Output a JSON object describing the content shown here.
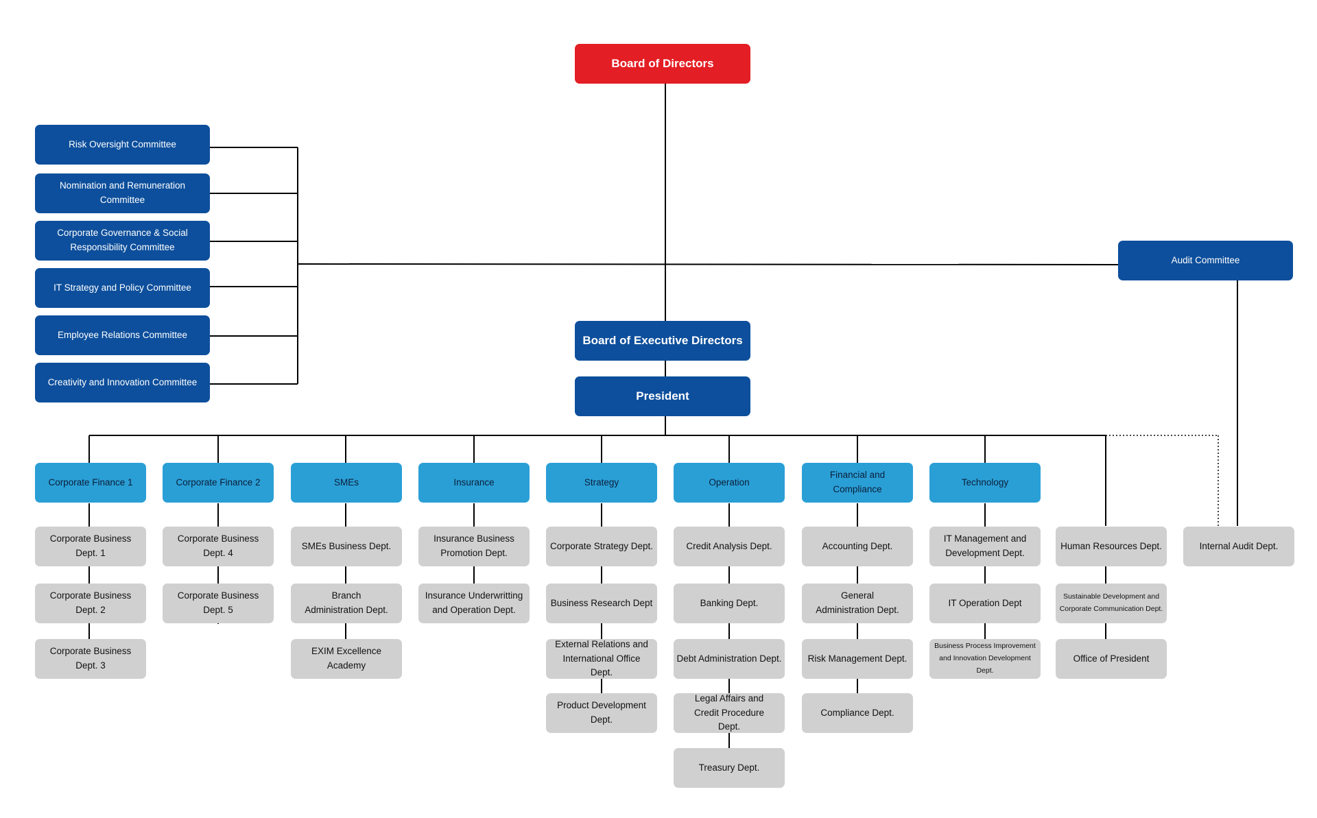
{
  "board": {
    "label": "Board of Directors",
    "color": "#e31e24"
  },
  "committees": [
    "Risk Oversight Committee",
    "Nomination and Remuneration Committee",
    "Corporate Governance & Social Responsibility Committee",
    "IT Strategy and Policy Committee",
    "Employee Relations Committee",
    "Creativity and Innovation Committee"
  ],
  "audit_committee": "Audit Committee",
  "executive_board": "Board of Executive Directors",
  "president": "President",
  "divisions": [
    {
      "name": "Corporate Finance 1",
      "departments": [
        "Corporate Business Dept. 1",
        "Corporate Business Dept. 2",
        "Corporate Business Dept. 3"
      ]
    },
    {
      "name": "Corporate Finance 2",
      "departments": [
        "Corporate Business Dept. 4",
        "Corporate Business Dept. 5"
      ]
    },
    {
      "name": "SMEs",
      "departments": [
        "SMEs Business Dept.",
        "Branch Administration Dept.",
        "EXIM Excellence Academy"
      ]
    },
    {
      "name": "Insurance",
      "departments": [
        "Insurance Business Promotion Dept.",
        "Insurance Underwritting and Operation Dept."
      ]
    },
    {
      "name": "Strategy",
      "departments": [
        "Corporate Strategy Dept.",
        "Business Research Dept",
        "External Relations and International Office Dept.",
        "Product Development Dept."
      ]
    },
    {
      "name": "Operation",
      "departments": [
        "Credit Analysis Dept.",
        "Banking Dept.",
        "Debt Administration Dept.",
        "Legal Affairs and Credit Procedure Dept.",
        "Treasury Dept."
      ]
    },
    {
      "name": "Financial and Compliance",
      "departments": [
        "Accounting Dept.",
        "General Administration Dept.",
        "Risk Management Dept.",
        "Compliance Dept."
      ]
    },
    {
      "name": "Technology",
      "departments": [
        "IT Management and Development Dept.",
        "IT Operation Dept",
        "Business Process Improvement and Innovation Development Dept."
      ]
    }
  ],
  "direct_departments": [
    "Human Resources Dept.",
    "Sustainable Development and Corporate Communication Dept.",
    "Office of President"
  ],
  "internal_audit": "Internal Audit Dept.",
  "colors": {
    "board": "#e31e24",
    "executive": "#0d4f9c",
    "committee": "#0d4f9c",
    "division": "#2a9fd6",
    "department": "#d0d0d0",
    "connector": "#000000"
  }
}
